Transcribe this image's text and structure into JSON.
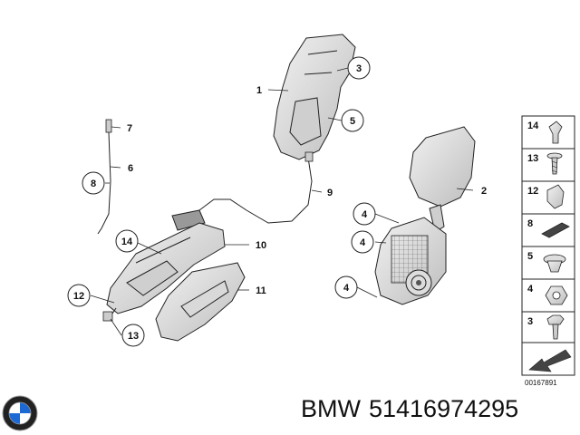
{
  "callouts": {
    "c1": "1",
    "c2": "2",
    "c3": "3",
    "c4a": "4",
    "c4b": "4",
    "c4c": "4",
    "c5": "5",
    "c6": "6",
    "c7": "7",
    "c8": "8",
    "c9": "9",
    "c10": "10",
    "c11": "11",
    "c12": "12",
    "c13": "13",
    "c14": "14"
  },
  "legend": {
    "items": [
      {
        "num": "14",
        "icon": "clip-icon"
      },
      {
        "num": "13",
        "icon": "screw-icon"
      },
      {
        "num": "12",
        "icon": "expanding-nut-icon"
      },
      {
        "num": "8",
        "icon": "foam-pad-icon"
      },
      {
        "num": "5",
        "icon": "grommet-icon"
      },
      {
        "num": "4",
        "icon": "hex-nut-icon"
      },
      {
        "num": "3",
        "icon": "bolt-icon"
      }
    ],
    "diagram_id": "00167891"
  },
  "footer": {
    "brand": "BMW",
    "part_number": "51416974295",
    "logo_icon": "bmw-roundel-icon"
  },
  "colors": {
    "line": "#222222",
    "part_fill": "#e6e6e6",
    "part_shade": "#b8b8b8",
    "bmw_blue": "#1c69d4"
  }
}
